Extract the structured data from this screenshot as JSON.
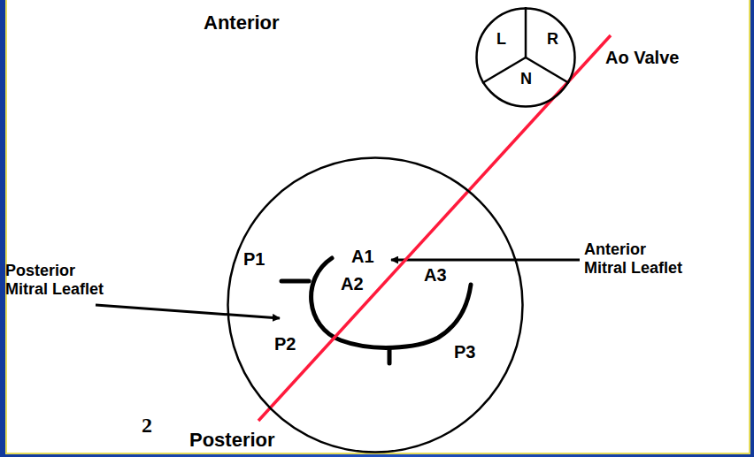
{
  "diagram": {
    "nodes": [
      {
        "text": [
          "L",
          "R",
          "N",
          "Ao Valve"
        ]
      },
      {
        "text": [
          "P1",
          "A1",
          "A2",
          "A3",
          "P2",
          "P3"
        ]
      }
    ],
    "labels": [
      "Anterior",
      "Posterior Mitral Leaflet",
      "Anterior Mitral Leaflet",
      "2",
      "Posterior"
    ]
  }
}
